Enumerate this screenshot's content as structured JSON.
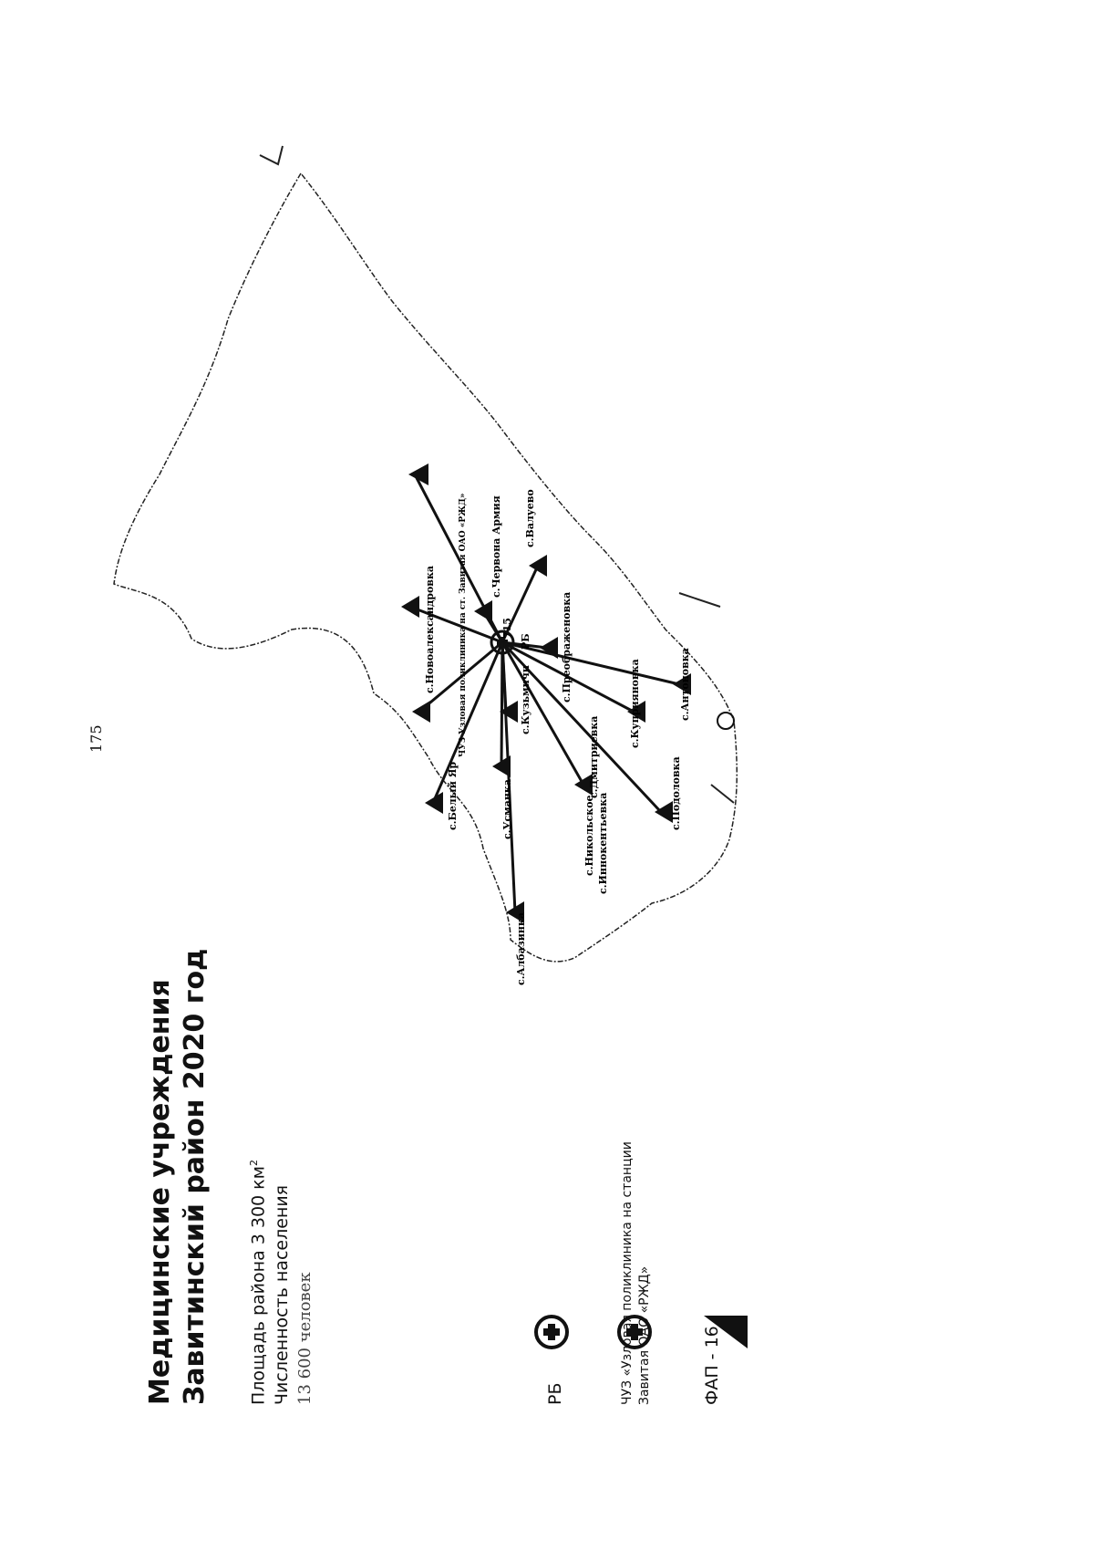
{
  "page_number": "175",
  "title": {
    "line1": "Медицинские учреждения",
    "line2": "Завитинский район 2020 год"
  },
  "stats": {
    "area_text": "Площадь района 3 300  км",
    "area_unit_sup": "2",
    "population_label": "Численность населения",
    "population_value": "13 600 человек"
  },
  "legend": {
    "rb_icon": "plus-circle-icon",
    "rb_label": "РБ",
    "chuz_icon": "plus-circle-icon",
    "chuz_label_line1": "ЧУЗ «Узловая поликлиника на станции",
    "chuz_label_line2": "Завитая ОАО «РЖД»",
    "fap_icon": "triangle-icon",
    "fap_label": "ФАП - 16"
  },
  "map": {
    "hub_label": "РБ",
    "hub_code": "715",
    "chuz_label": "ЧУЗ Узловая поликлиника на ст. Завитая ОАО «РЖД»",
    "villages": [
      "с.Антоновка",
      "с.Белый Яр",
      "с.Усманка",
      "с.Куприяновка",
      "с.Дмитриевка",
      "с.Никольское",
      "с.Подоловка",
      "с.Преображеновка",
      "с.Валуево",
      "с.Червона Армия",
      "с.Иннокентьевка",
      "с.Кузьмичи",
      "с.Новоалександровка",
      "с.Албазинка"
    ],
    "colors": {
      "outline": "#222222",
      "symbol": "#111111"
    }
  }
}
